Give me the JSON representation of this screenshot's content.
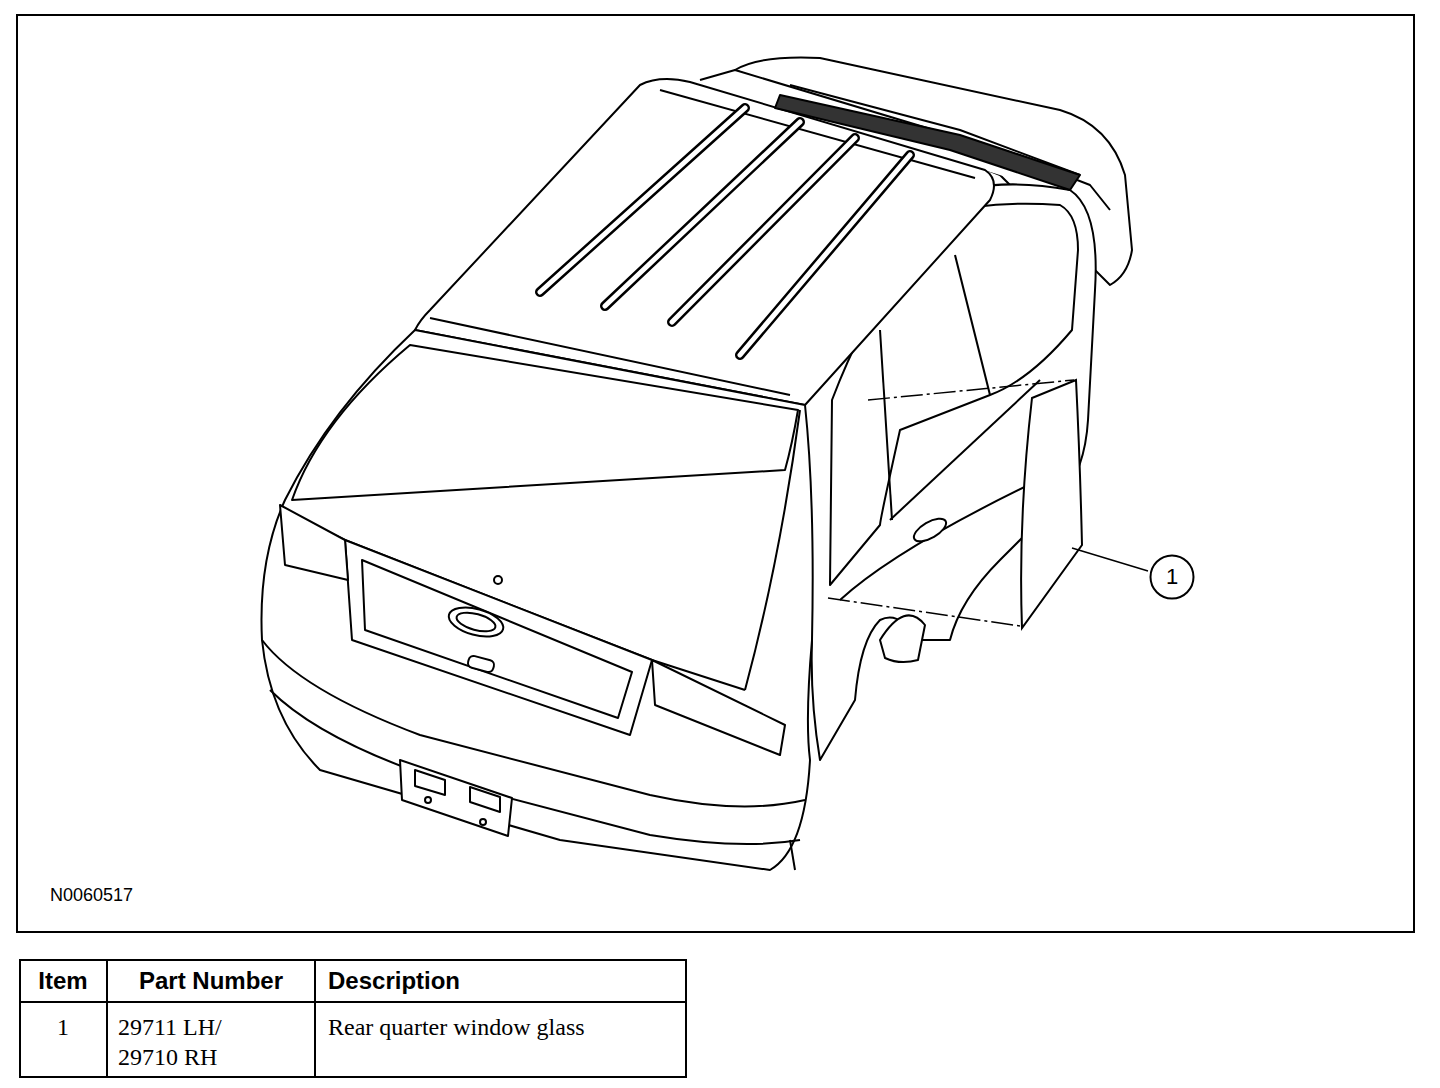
{
  "diagram": {
    "nodes": [
      {
        "text": [
          "1"
        ]
      }
    ],
    "labels": [
      "N0060517",
      "Item",
      "Part Number",
      "Description",
      "1",
      "29711 LH/ 29710 RH",
      "Rear quarter window glass"
    ]
  }
}
